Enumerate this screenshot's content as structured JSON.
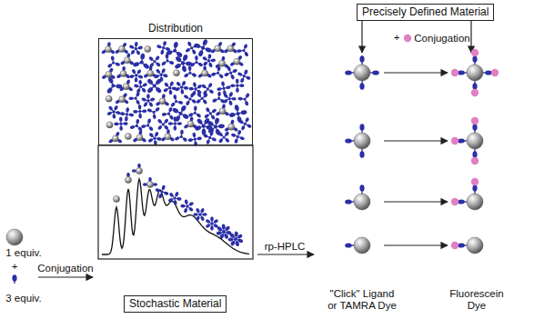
{
  "diagram": {
    "nodes": [
      {
        "text": [
          "Precisely Defined Material"
        ]
      },
      {
        "text": [
          "Distribution"
        ]
      },
      {
        "text": [
          "Stochastic Material"
        ]
      }
    ],
    "labels": [
      "+",
      "Conjugation",
      "1 equiv.",
      "+",
      "3 equiv.",
      "Conjugation",
      "rp-HPLC",
      "\"Click\" Ligand or TAMRA Dye",
      "Fluorescein Dye"
    ]
  }
}
